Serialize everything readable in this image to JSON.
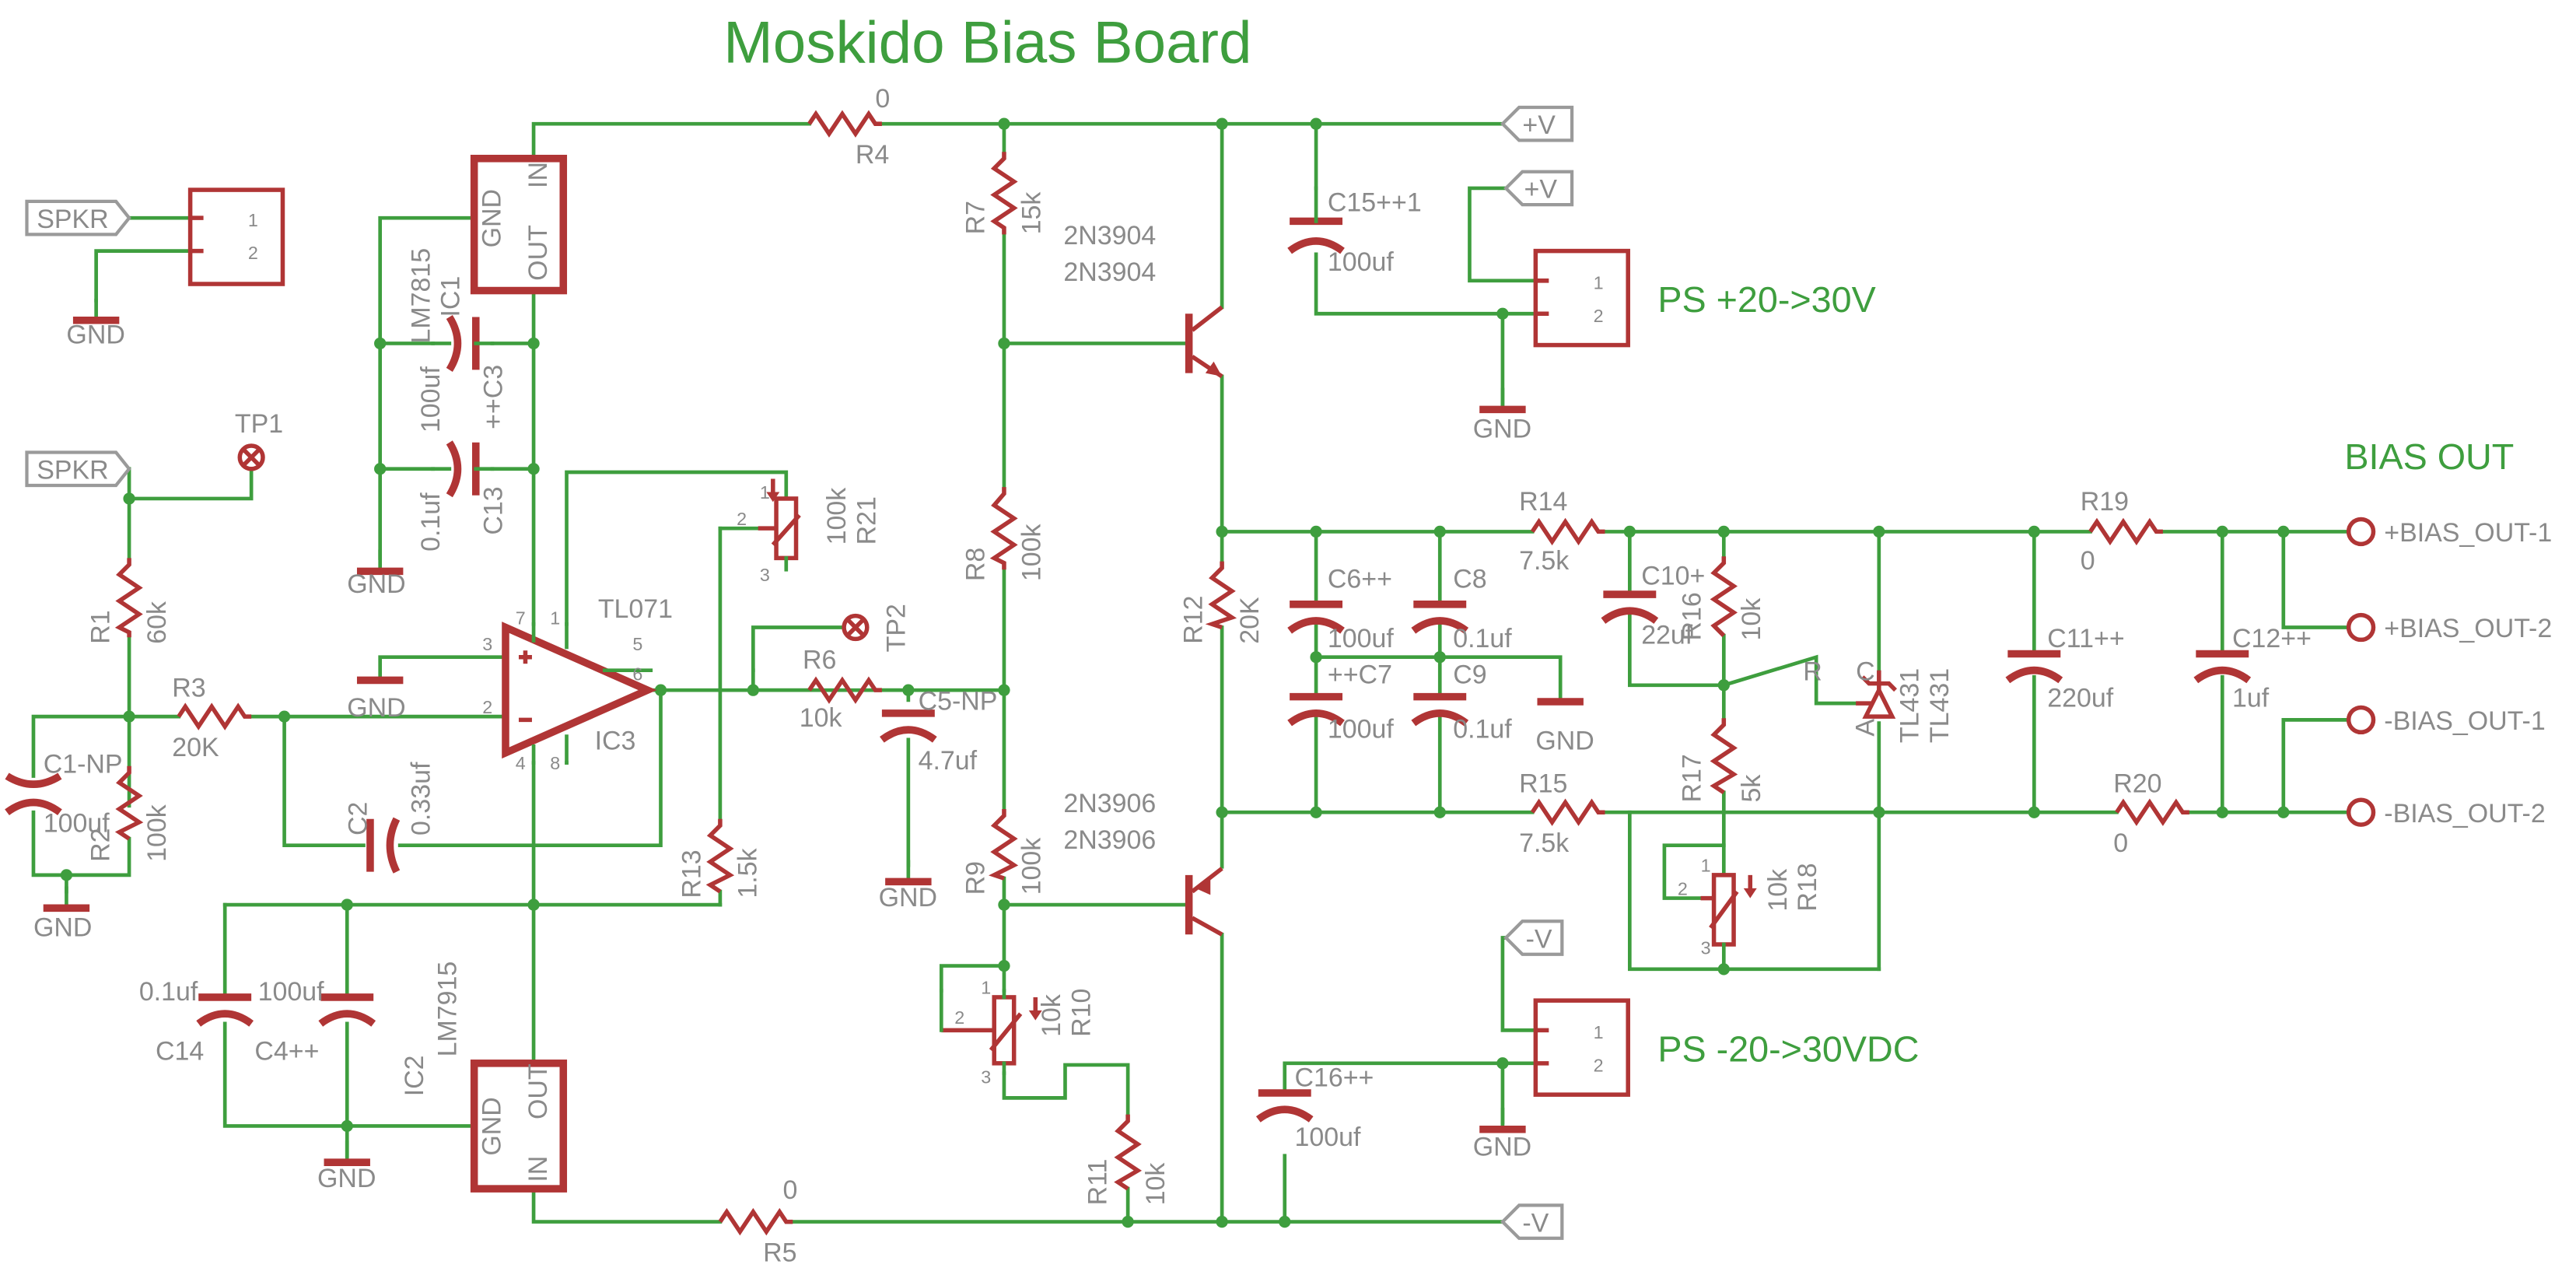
{
  "title": "Moskido Bias Board",
  "colors": {
    "wire": "#3e9e3e",
    "part": "#b03535",
    "text": "#8a8a8a",
    "background": "#ffffff"
  },
  "net_labels": {
    "spkr_1": "SPKR",
    "spkr_2": "SPKR",
    "vplus_1": "+V",
    "vplus_2": "+V",
    "vminus_1": "-V",
    "vminus_2": "-V",
    "bias_out_1": "+BIAS_OUT-1",
    "bias_out_2": "+BIAS_OUT-2",
    "bias_out_3": "-BIAS_OUT-1",
    "bias_out_4": "-BIAS_OUT-2"
  },
  "gnd_label": "GND",
  "annotations": {
    "ps_pos": "PS +20->30V",
    "ps_neg": "PS -20->30VDC",
    "bias_out": "BIAS OUT"
  },
  "test_points": {
    "tp1": "TP1",
    "tp2": "TP2"
  },
  "ic": {
    "ic1": {
      "name": "IC1",
      "part": "LM7815",
      "pin_gnd": "GND",
      "pin_in": "IN",
      "pin_out": "OUT"
    },
    "ic2": {
      "name": "IC2",
      "part": "LM7915",
      "pin_gnd": "GND",
      "pin_in": "IN",
      "pin_out": "OUT"
    },
    "ic3": {
      "name": "IC3",
      "part": "TL071",
      "pins": [
        "3",
        "2",
        "6",
        "7",
        "4",
        "1",
        "5",
        "8"
      ]
    }
  },
  "transistors": {
    "q_top": {
      "part_a": "2N3904",
      "part_b": "2N3904"
    },
    "q_bot": {
      "part_a": "2N3906",
      "part_b": "2N3906"
    }
  },
  "tl431": {
    "name": "TL431",
    "part": "TL431",
    "pin_r": "R",
    "pin_c": "C",
    "pin_a": "A"
  },
  "resistors": {
    "r1": {
      "name": "R1",
      "value": "60k"
    },
    "r2": {
      "name": "R2",
      "value": "100k"
    },
    "r3": {
      "name": "R3",
      "value": "20K"
    },
    "r4": {
      "name": "R4",
      "value": "0"
    },
    "r5": {
      "name": "R5",
      "value": "0"
    },
    "r6": {
      "name": "R6",
      "value": "10k"
    },
    "r7": {
      "name": "R7",
      "value": "15k"
    },
    "r8": {
      "name": "R8",
      "value": "100k"
    },
    "r9": {
      "name": "R9",
      "value": "100k"
    },
    "r11": {
      "name": "R11",
      "value": "10k"
    },
    "r12": {
      "name": "R12",
      "value": "20K"
    },
    "r13": {
      "name": "R13",
      "value": "1.5k"
    },
    "r14": {
      "name": "R14",
      "value": "7.5k"
    },
    "r15": {
      "name": "R15",
      "value": "7.5k"
    },
    "r16": {
      "name": "R16",
      "value": "10k"
    },
    "r17": {
      "name": "R17",
      "value": "5k"
    },
    "r19": {
      "name": "R19",
      "value": "0"
    },
    "r20": {
      "name": "R20",
      "value": "0"
    }
  },
  "trimpots": {
    "r10": {
      "name": "R10",
      "value": "10k"
    },
    "r18": {
      "name": "R18",
      "value": "10k"
    },
    "r21": {
      "name": "R21",
      "value": "100k"
    }
  },
  "capacitors": {
    "c1": {
      "name": "C1-NP",
      "value": "100uf"
    },
    "c2": {
      "name": "C2",
      "value": "0.33uf"
    },
    "c3": {
      "name": "++C3",
      "value": "100uf"
    },
    "c4": {
      "name": "C4++",
      "value": "100uf"
    },
    "c5": {
      "name": "C5-NP",
      "value": "4.7uf"
    },
    "c6": {
      "name": "C6++",
      "value": "100uf"
    },
    "c7": {
      "name": "++C7",
      "value": "100uf"
    },
    "c8": {
      "name": "C8",
      "value": "0.1uf"
    },
    "c9": {
      "name": "C9",
      "value": "0.1uf"
    },
    "c10": {
      "name": "C10+",
      "value": "22uf"
    },
    "c11": {
      "name": "C11++",
      "value": "220uf"
    },
    "c12": {
      "name": "C12++",
      "value": "1uf"
    },
    "c13": {
      "name": "C13",
      "value": "0.1uf"
    },
    "c14": {
      "name": "C14",
      "value": "0.1uf"
    },
    "c15": {
      "name": "C15++1",
      "value": "100uf"
    },
    "c16": {
      "name": "C16++",
      "value": "100uf"
    }
  },
  "connector_pins": [
    "1",
    "2"
  ]
}
